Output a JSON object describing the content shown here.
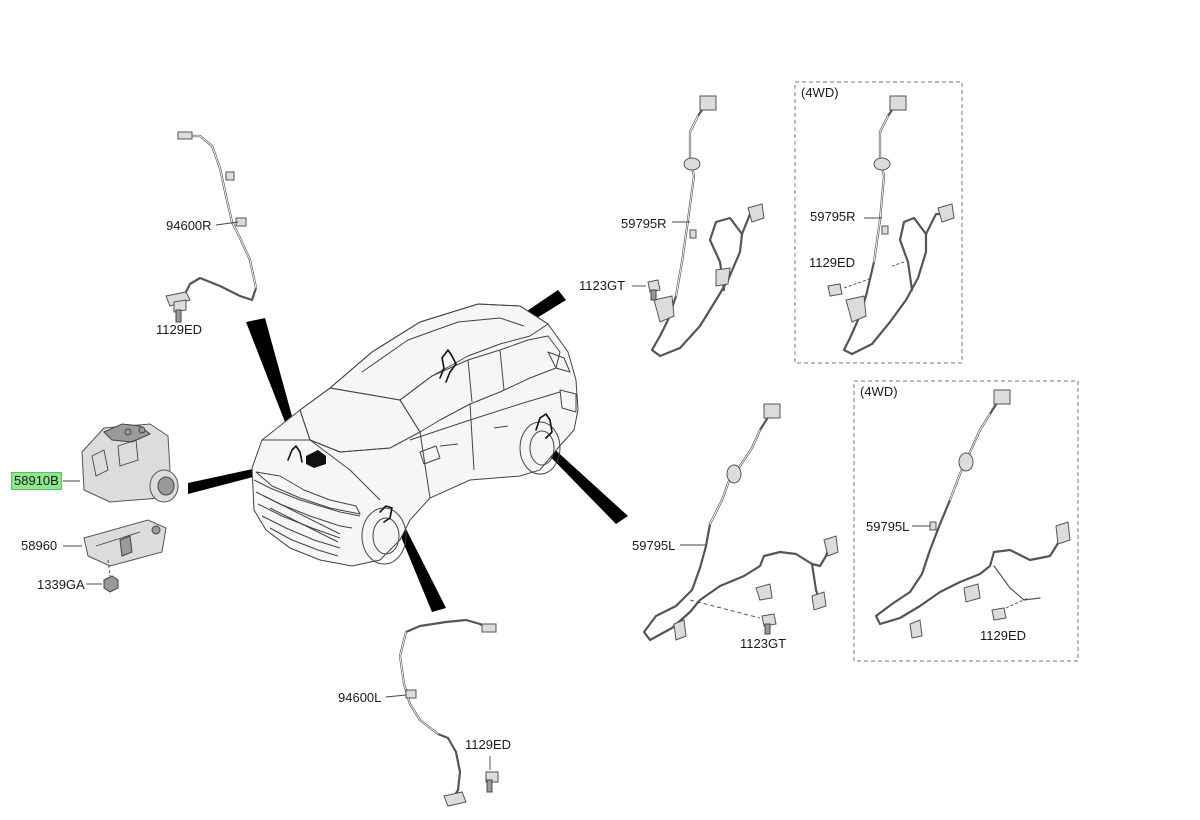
{
  "labels": {
    "p94600R": "94600R",
    "p1129ED_tl": "1129ED",
    "p58910B": "58910B",
    "p58960": "58960",
    "p1339GA": "1339GA",
    "p94600L": "94600L",
    "p1129ED_bl": "1129ED",
    "p59795R": "59795R",
    "p1123GT_top": "1123GT",
    "p59795R_4wd": "59795R",
    "p1129ED_4wd_top": "1129ED",
    "p59795L": "59795L",
    "p1123GT_bot": "1123GT",
    "p59795L_4wd": "59795L",
    "p1129ED_4wd_bot": "1129ED"
  },
  "boxes": {
    "top_right_tag": "(4WD)",
    "bottom_right_tag": "(4WD)"
  },
  "colors": {
    "highlight": "#8ee68e",
    "line": "#333333",
    "part_fill": "#d9d9d9",
    "dashed_box": "#777777"
  }
}
